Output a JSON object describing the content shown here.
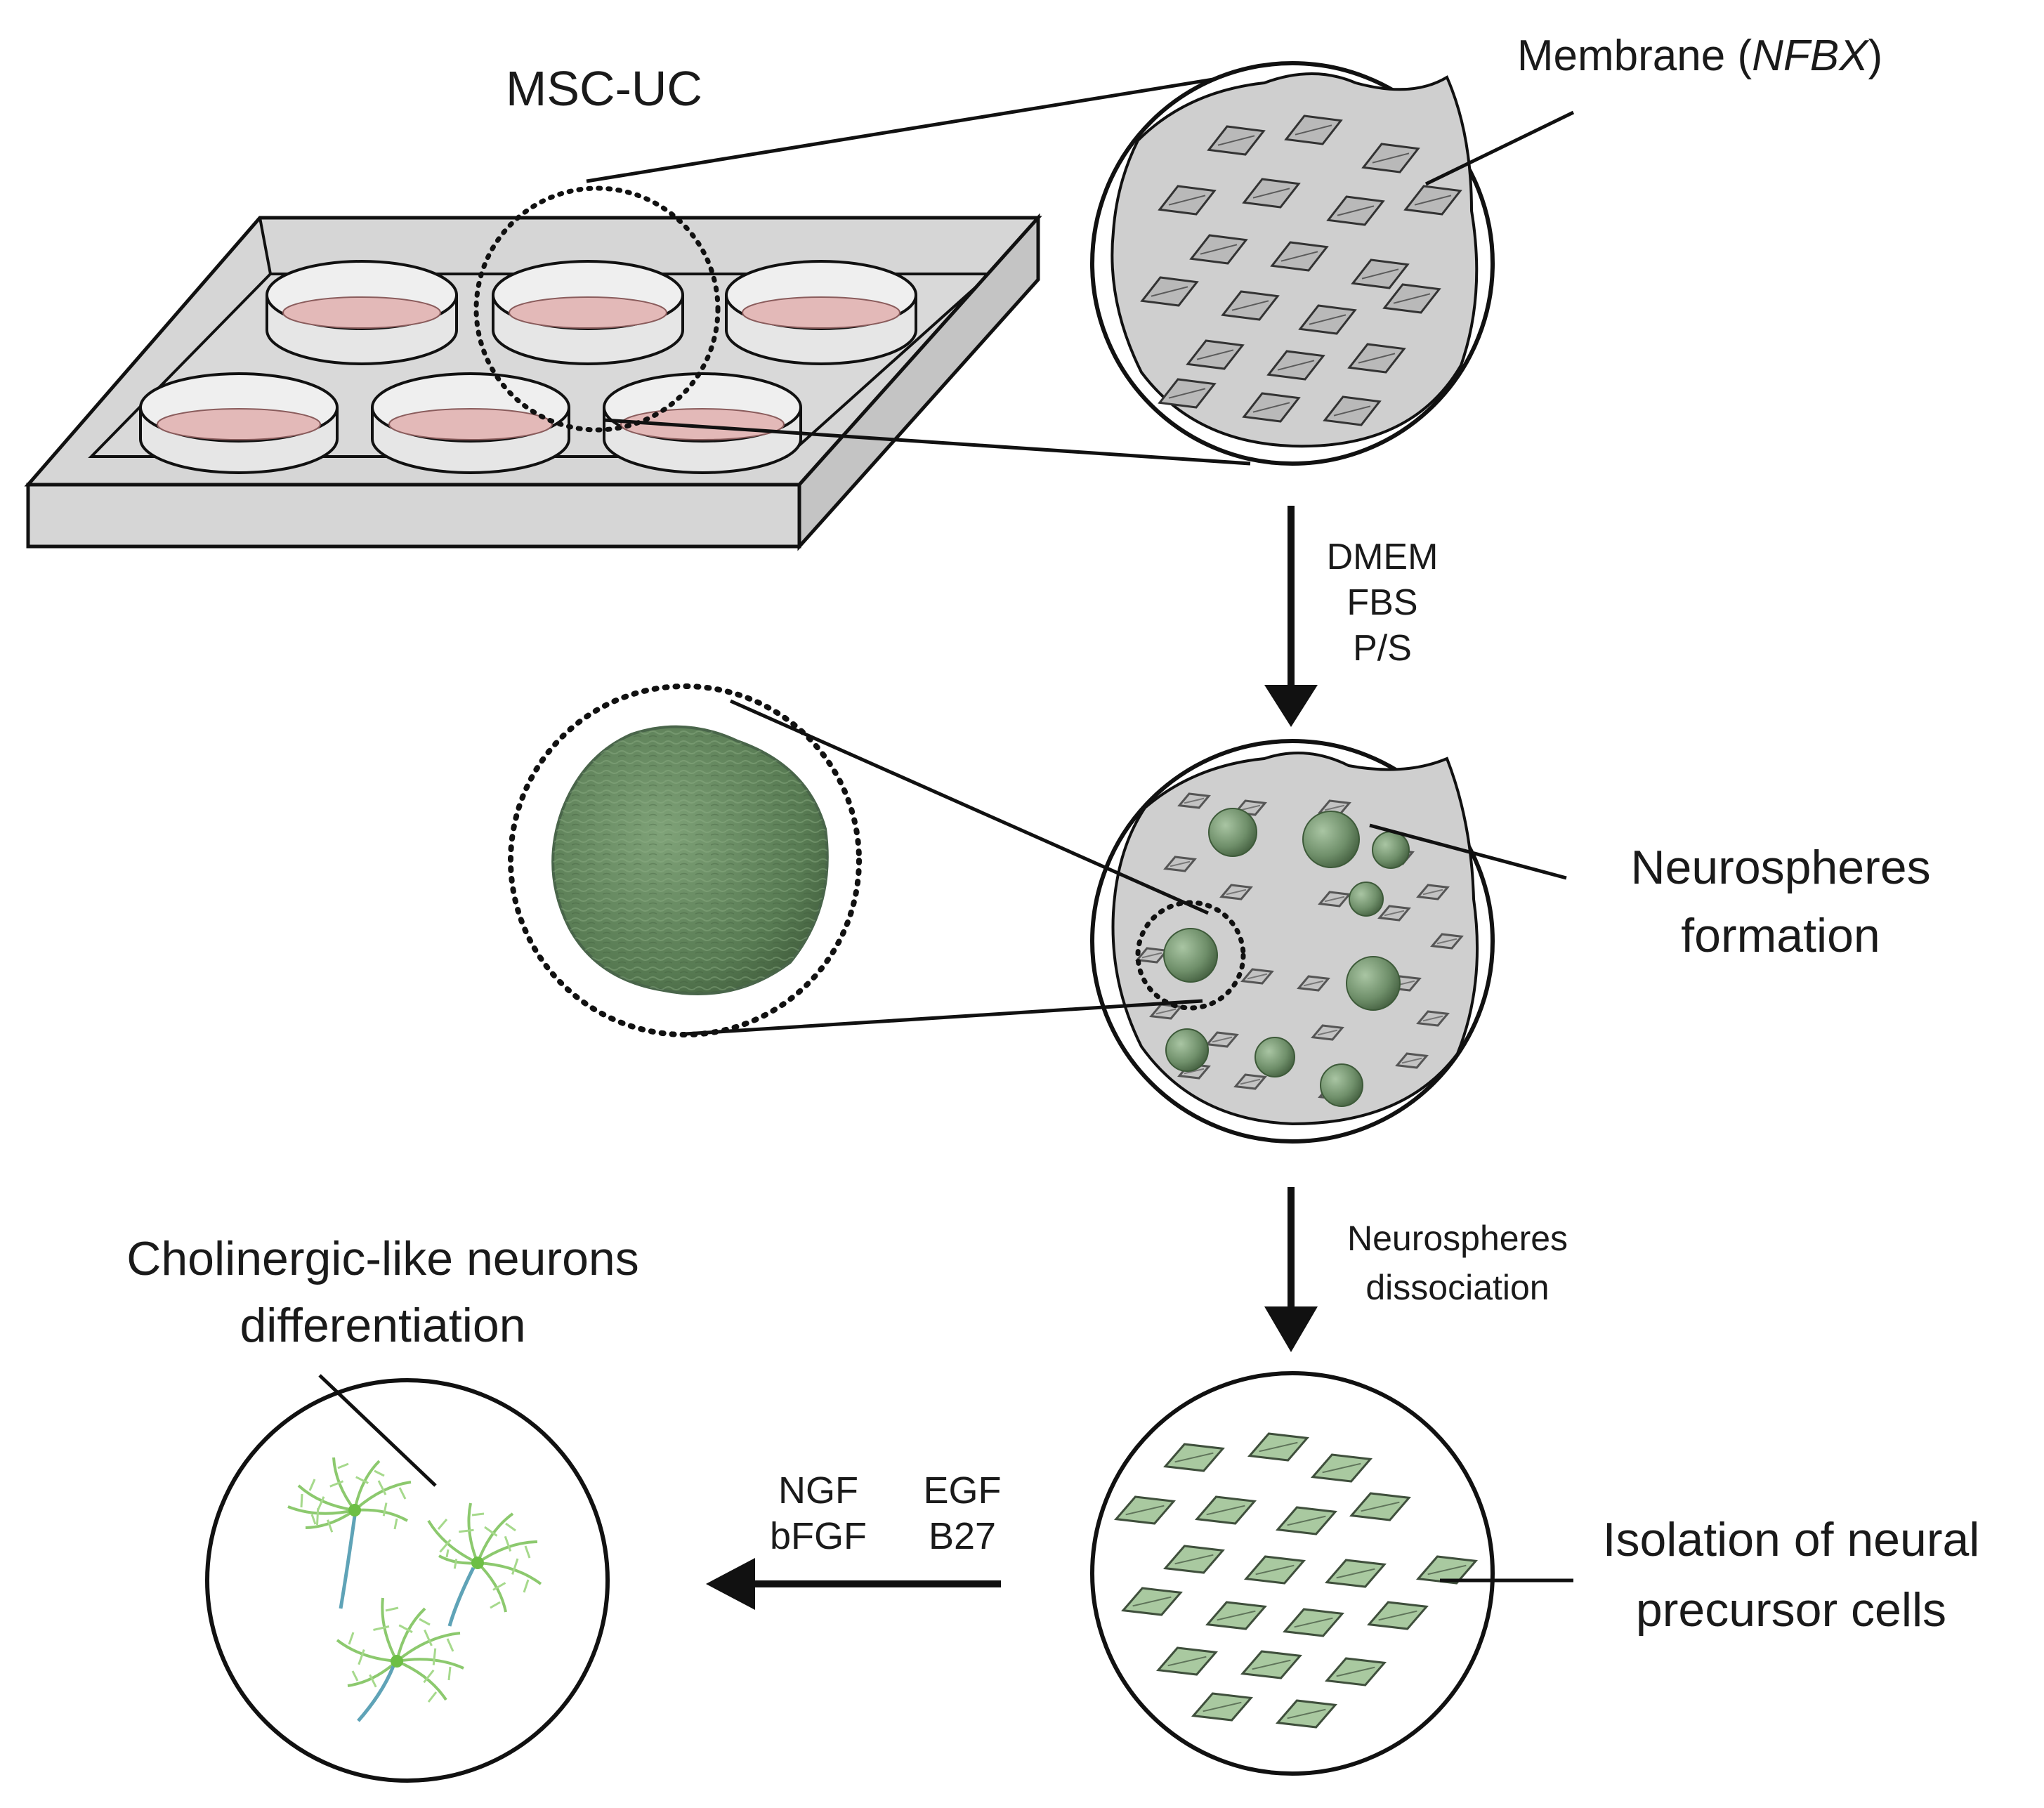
{
  "labels": {
    "msc_uc": "MSC-UC",
    "membrane_prefix": "Membrane (",
    "membrane_italic": "NFBX",
    "membrane_suffix": ")",
    "media_1": "DMEM",
    "media_2": "FBS",
    "media_3": "P/S",
    "neurospheres_1": "Neurospheres",
    "neurospheres_2": "formation",
    "dissociation_1": "Neurospheres",
    "dissociation_2": "dissociation",
    "isolation_1": "Isolation of neural",
    "isolation_2": "precursor cells",
    "factor_ngf": "NGF",
    "factor_bfgf": "bFGF",
    "factor_egf": "EGF",
    "factor_b27": "B27",
    "cholinergic_1": "Cholinergic-like neurons",
    "cholinergic_2": "differentiation"
  },
  "colors": {
    "stroke": "#111111",
    "tray_fill": "#d6d6d6",
    "dish_media": "#e3b9b8",
    "membrane_fill": "#cfcfcf",
    "cell_fill": "#b9b9b9",
    "sphere_green": "#6f8f6a",
    "precursor_green": "#a9c9a0",
    "neuron_green": "#8cc96e",
    "axon_blue": "#5fa3b7"
  }
}
